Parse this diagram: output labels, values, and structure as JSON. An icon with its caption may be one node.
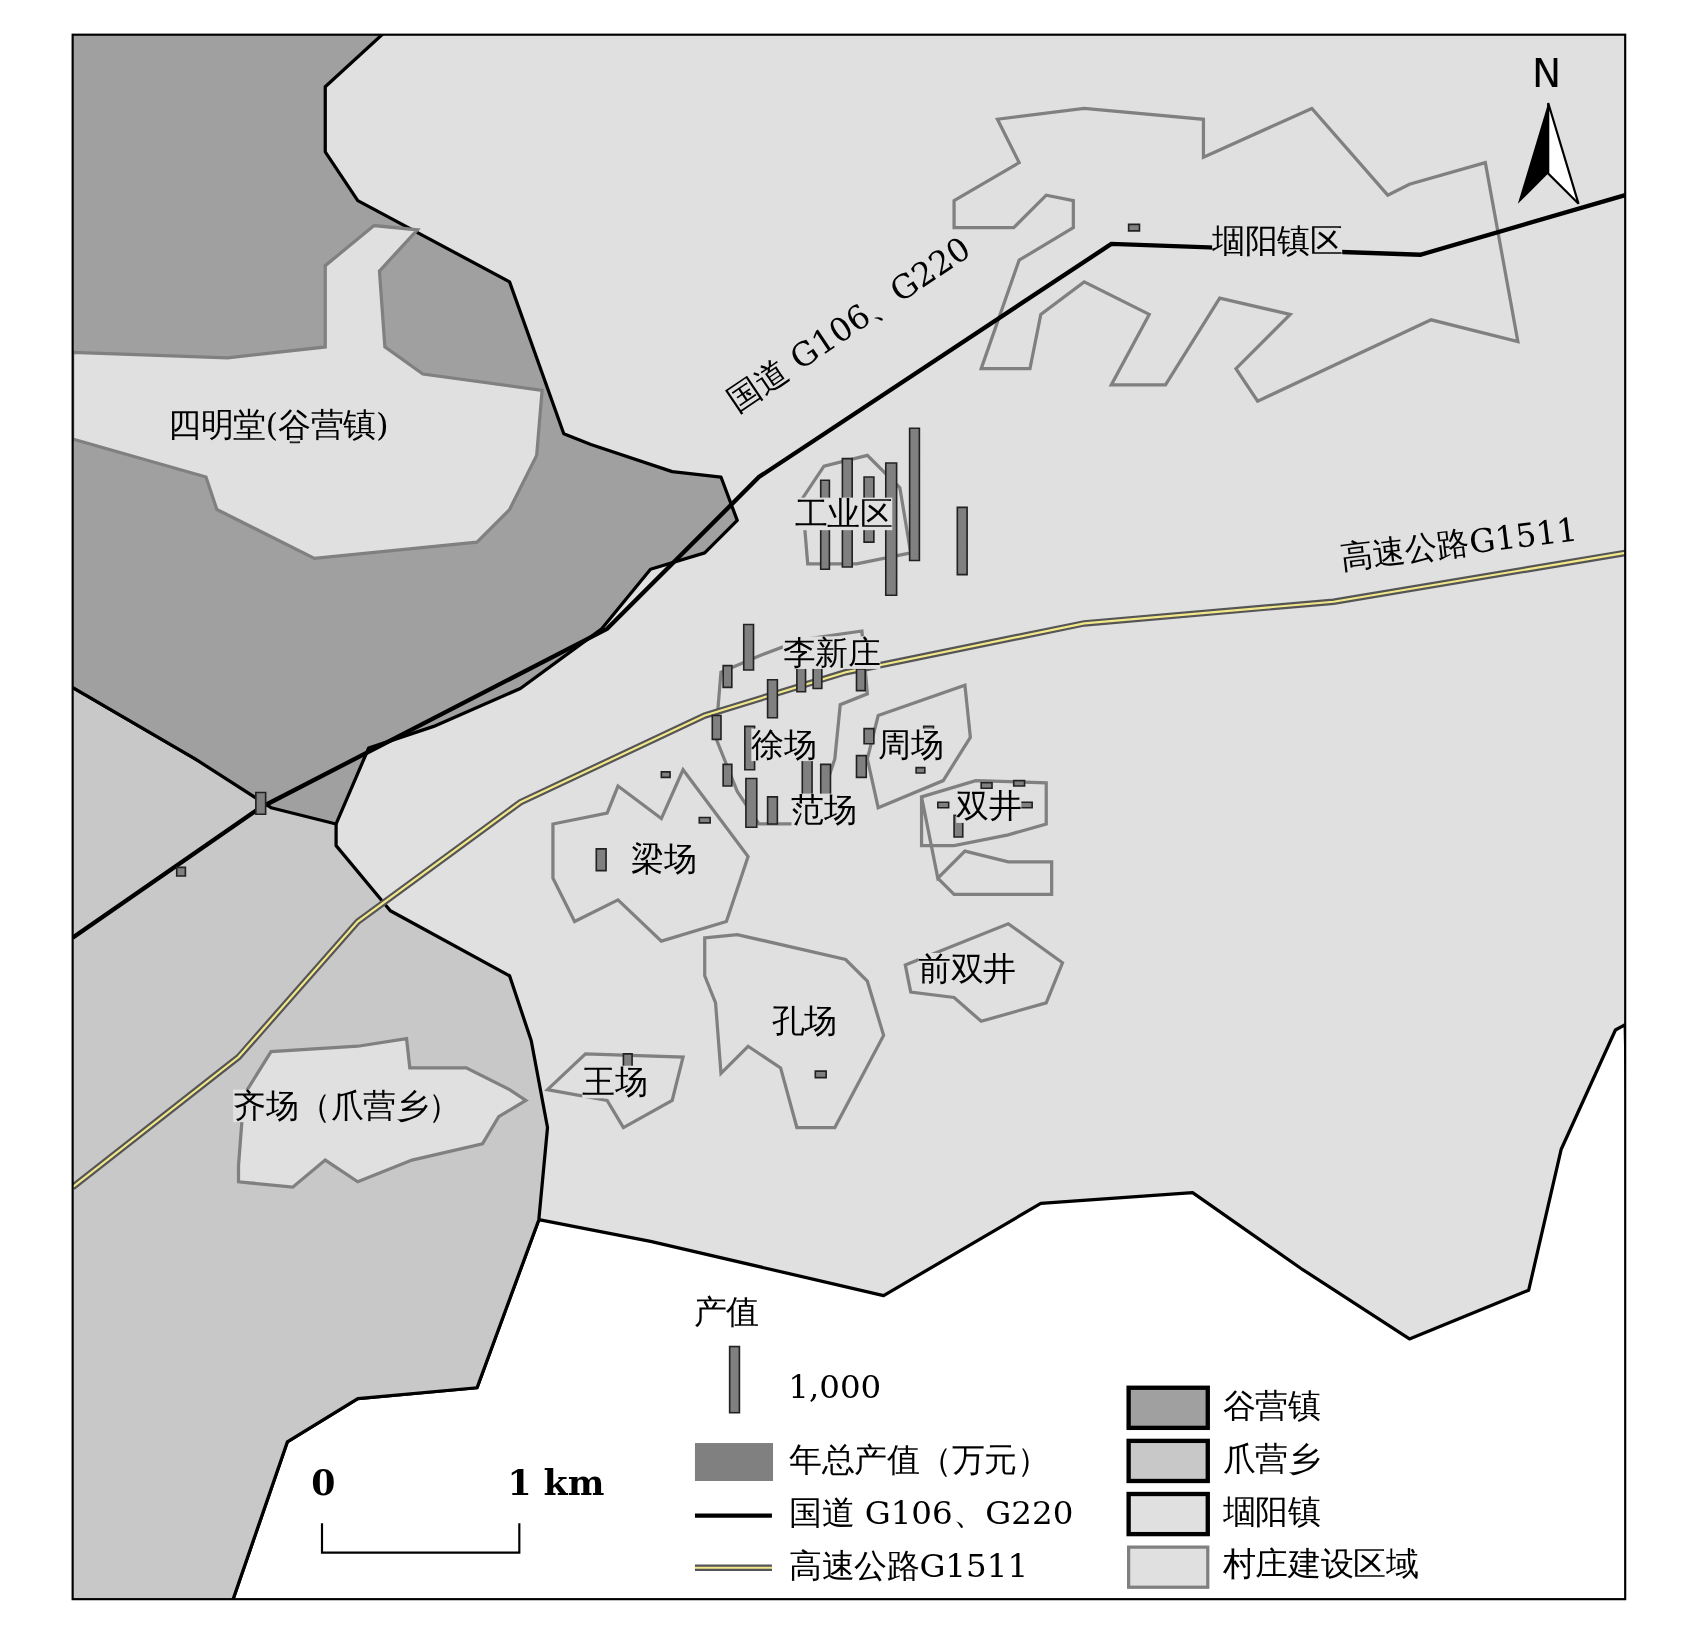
{
  "diagram": {
    "labels": [
      "N",
      "堌阳镇区",
      "国道 G106、G220",
      "四明堂(谷营镇)",
      "工业区",
      "高速公路G1511",
      "李新庄",
      "徐场",
      "周场",
      "范场",
      "双井",
      "梁场",
      "前双井",
      "孔场",
      "王场",
      "齐场（爪营乡）",
      "产值",
      "1,000",
      "0",
      "1 km"
    ],
    "legend": [
      {
        "text": "年总产值（万元）",
        "color": "#808080"
      },
      {
        "text": "国道 G106、G220"
      },
      {
        "text": "高速公路G1511"
      },
      {
        "text": "谷营镇",
        "color": "#a0a0a0"
      },
      {
        "text": "爪营乡",
        "color": "#c8c8c8"
      },
      {
        "text": "堌阳镇",
        "color": "#e0e0e0"
      },
      {
        "text": "村庄建设区域",
        "color": "#e0e0e0"
      }
    ]
  }
}
